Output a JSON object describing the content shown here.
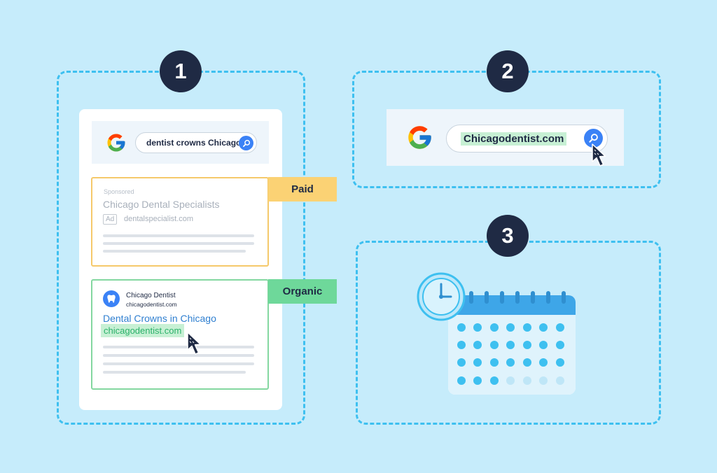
{
  "steps": [
    {
      "number": "1"
    },
    {
      "number": "2"
    },
    {
      "number": "3"
    }
  ],
  "step1": {
    "search_query": "dentist crowns Chicago",
    "paid": {
      "tag": "Paid",
      "sponsored_label": "Sponsored",
      "title": "Chicago Dental Specialists",
      "ad_badge": "Ad",
      "domain": "dentalspecialist.com"
    },
    "organic": {
      "tag": "Organic",
      "site_name": "Chicago Dentist",
      "site_url": "chicagodentist.com",
      "title": "Dental Crowns in Chicago",
      "url": "chicagodentist.com"
    }
  },
  "step2": {
    "search_query": "Chicagodentist.com"
  },
  "icons": {
    "search": "search-icon",
    "cursor": "mouse-pointer-icon",
    "logo": "google-logo",
    "tooth": "tooth-icon",
    "clock": "clock-icon",
    "calendar": "calendar-icon"
  },
  "colors": {
    "background": "#c6ecfb",
    "dashed_border": "#3ec0f0",
    "badge": "#1f2a44",
    "paid": "#fbd274",
    "organic": "#6ed89a",
    "link_blue": "#2f7fd0",
    "highlight_green": "#c7f0d4",
    "search_button": "#3b82f6"
  }
}
